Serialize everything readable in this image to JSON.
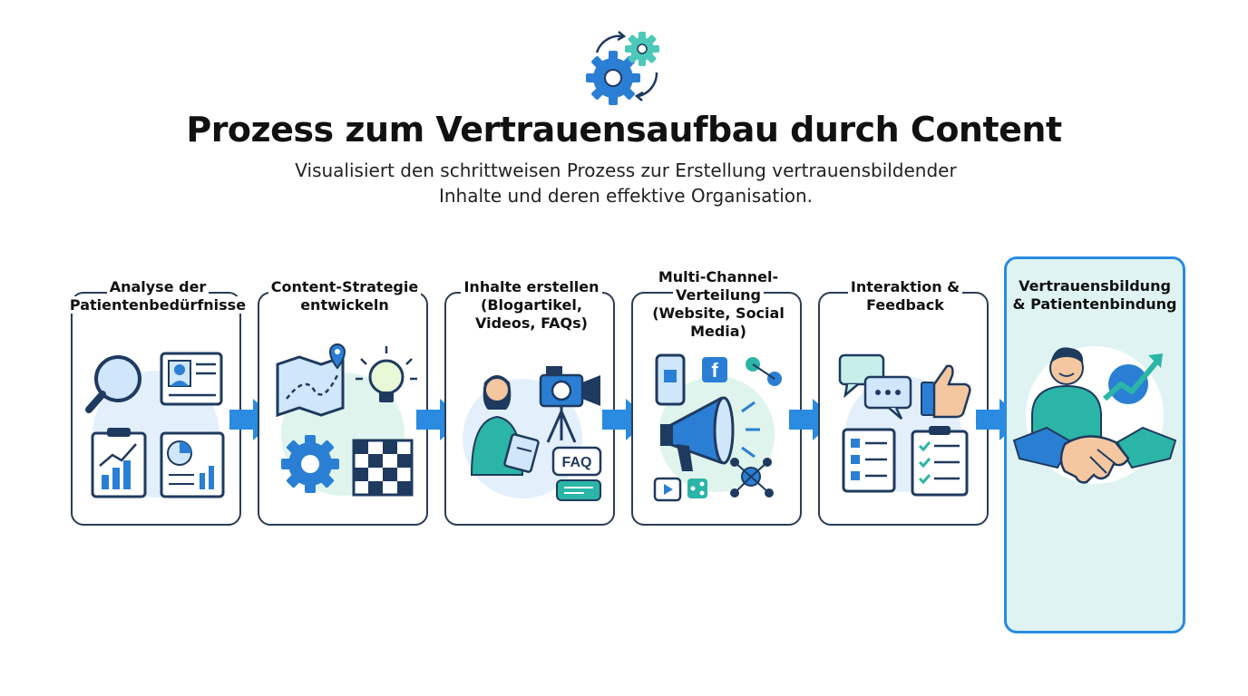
{
  "header": {
    "icon": "gears-cycle-icon",
    "title": "Prozess zum Vertrauensaufbau durch Content",
    "subtitle_line1": "Visualisiert den schrittweisen Prozess zur Erstellung vertrauensbildender",
    "subtitle_line2": "Inhalte und deren effektive Organisation."
  },
  "colors": {
    "primary_blue": "#2a8be0",
    "dark_navy": "#1f3a5f",
    "teal": "#2bb5a6",
    "light_teal": "#dff4f2",
    "light_blue_bg": "#e3f0fb"
  },
  "steps": [
    {
      "label_lines": [
        "Analyse der",
        "Patientenbedürfnisse"
      ],
      "icons": [
        "magnifier-icon",
        "patient-profile-icon",
        "bar-chart-clipboard-icon",
        "report-pie-chart-icon"
      ]
    },
    {
      "label_lines": [
        "Content-Strategie",
        "entwickeln"
      ],
      "icons": [
        "map-pin-icon",
        "lightbulb-icon",
        "gear-icon",
        "content-calendar-icon"
      ]
    },
    {
      "label_lines": [
        "Inhalte erstellen",
        "(Blogartikel,",
        "Videos, FAQs)"
      ],
      "icons": [
        "writer-person-icon",
        "video-camera-icon",
        "faq-bubble-icon"
      ],
      "faq_text": "FAQ"
    },
    {
      "label_lines": [
        "Multi-Channel-",
        "Verteilung",
        "(Website, Social",
        "Media)"
      ],
      "icons": [
        "smartphone-icon",
        "facebook-icon",
        "megaphone-icon",
        "network-icon",
        "video-play-icon",
        "share-icon"
      ]
    },
    {
      "label_lines": [
        "Interaktion &",
        "Feedback"
      ],
      "icons": [
        "chat-bubbles-icon",
        "thumbs-up-icon",
        "checklist-icon",
        "clipboard-check-icon"
      ]
    },
    {
      "label_lines": [
        "Vertrauensbildung",
        "& Patientenbindung"
      ],
      "icons": [
        "happy-patient-icon",
        "growth-arrow-icon",
        "handshake-icon"
      ]
    }
  ]
}
